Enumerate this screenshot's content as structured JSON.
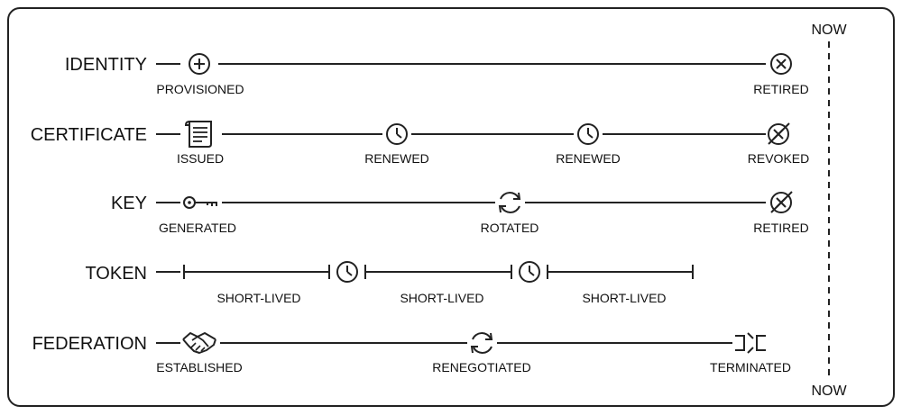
{
  "now_label": "NOW",
  "rows": [
    {
      "label": "IDENTITY",
      "events": [
        {
          "label": "PROVISIONED",
          "icon": "plus-circle-icon"
        },
        {
          "label": "RETIRED",
          "icon": "x-circle-icon"
        }
      ]
    },
    {
      "label": "CERTIFICATE",
      "events": [
        {
          "label": "ISSUED",
          "icon": "document-icon"
        },
        {
          "label": "RENEWED",
          "icon": "clock-icon"
        },
        {
          "label": "RENEWED",
          "icon": "clock-icon"
        },
        {
          "label": "REVOKED",
          "icon": "revoked-icon"
        }
      ]
    },
    {
      "label": "KEY",
      "events": [
        {
          "label": "GENERATED",
          "icon": "key-icon"
        },
        {
          "label": "ROTATED",
          "icon": "rotate-icon"
        },
        {
          "label": "RETIRED",
          "icon": "revoked-icon"
        }
      ]
    },
    {
      "label": "TOKEN",
      "events": [
        {
          "label": "SHORT-LIVED",
          "icon": "clock-icon"
        },
        {
          "label": "SHORT-LIVED",
          "icon": "clock-icon"
        },
        {
          "label": "SHORT-LIVED",
          "icon": "segment-end-tick"
        }
      ]
    },
    {
      "label": "FEDERATION",
      "events": [
        {
          "label": "ESTABLISHED",
          "icon": "handshake-icon"
        },
        {
          "label": "RENEGOTIATED",
          "icon": "rotate-icon"
        },
        {
          "label": "TERMINATED",
          "icon": "broken-link-icon"
        }
      ]
    }
  ]
}
